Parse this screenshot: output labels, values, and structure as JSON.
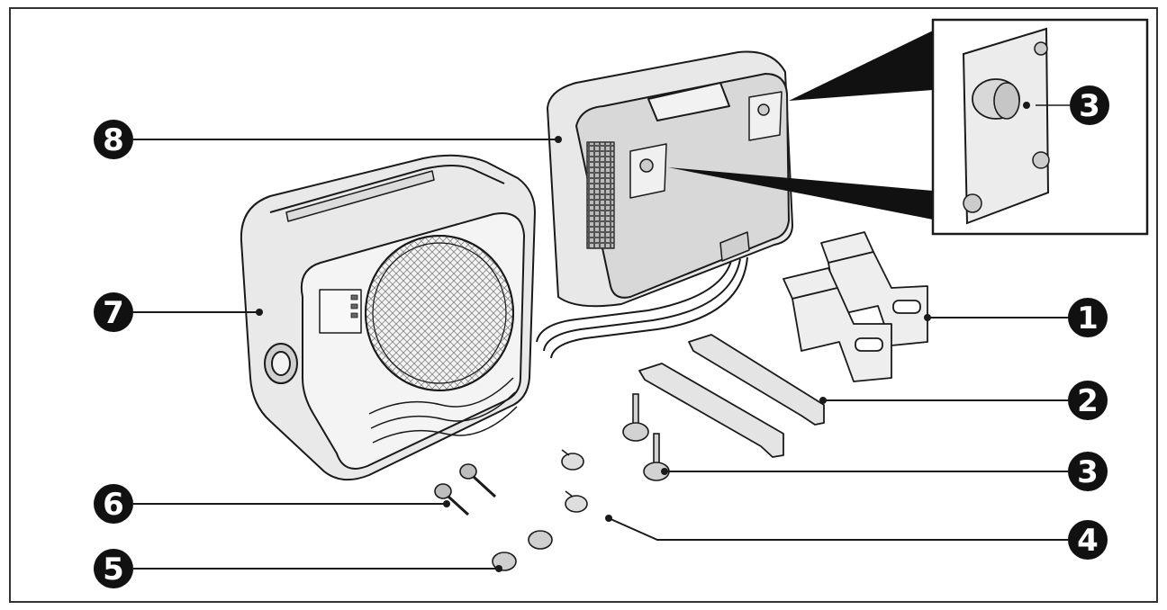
{
  "callouts": [
    {
      "id": 1,
      "label": "1"
    },
    {
      "id": 2,
      "label": "2"
    },
    {
      "id": 3,
      "label": "3"
    },
    {
      "id": 4,
      "label": "4"
    },
    {
      "id": 5,
      "label": "5"
    },
    {
      "id": 6,
      "label": "6"
    },
    {
      "id": 7,
      "label": "7"
    },
    {
      "id": 8,
      "label": "8"
    },
    {
      "id": 9,
      "label": "3"
    }
  ],
  "colors": {
    "line": "#1a1a1a",
    "fill_light": "#efefef",
    "fill_mid": "#d9d9d9",
    "fill_dark": "#b5b5b5"
  }
}
